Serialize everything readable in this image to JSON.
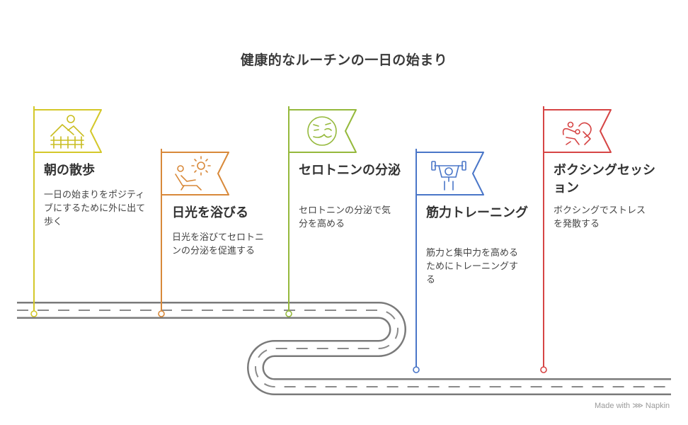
{
  "title": "健康的なルーチンの一日の始まり",
  "steps": [
    {
      "title": "朝の散歩",
      "description": "一日の始まりをポジティブにするために外に出て歩く",
      "icon": "landscape-fence-icon",
      "color": "#d4c82a"
    },
    {
      "title": "日光を浴びる",
      "description": "日光を浴びてセロトニンの分泌を促進する",
      "icon": "sunbathing-icon",
      "color": "#d8893a"
    },
    {
      "title": "セロトニンの分泌",
      "description": "セロトニンの分泌で気分を高める",
      "icon": "happy-face-icon",
      "color": "#95b93c"
    },
    {
      "title": "筋力トレーニング",
      "description": "筋力と集中力を高めるためにトレーニングする",
      "icon": "weightlifter-icon",
      "color": "#4a76c8"
    },
    {
      "title": "ボクシングセッション",
      "description": "ボクシングでストレスを発散する",
      "icon": "boxing-icon",
      "color": "#d64545"
    }
  ],
  "watermark": "Made with ⋙ Napkin"
}
